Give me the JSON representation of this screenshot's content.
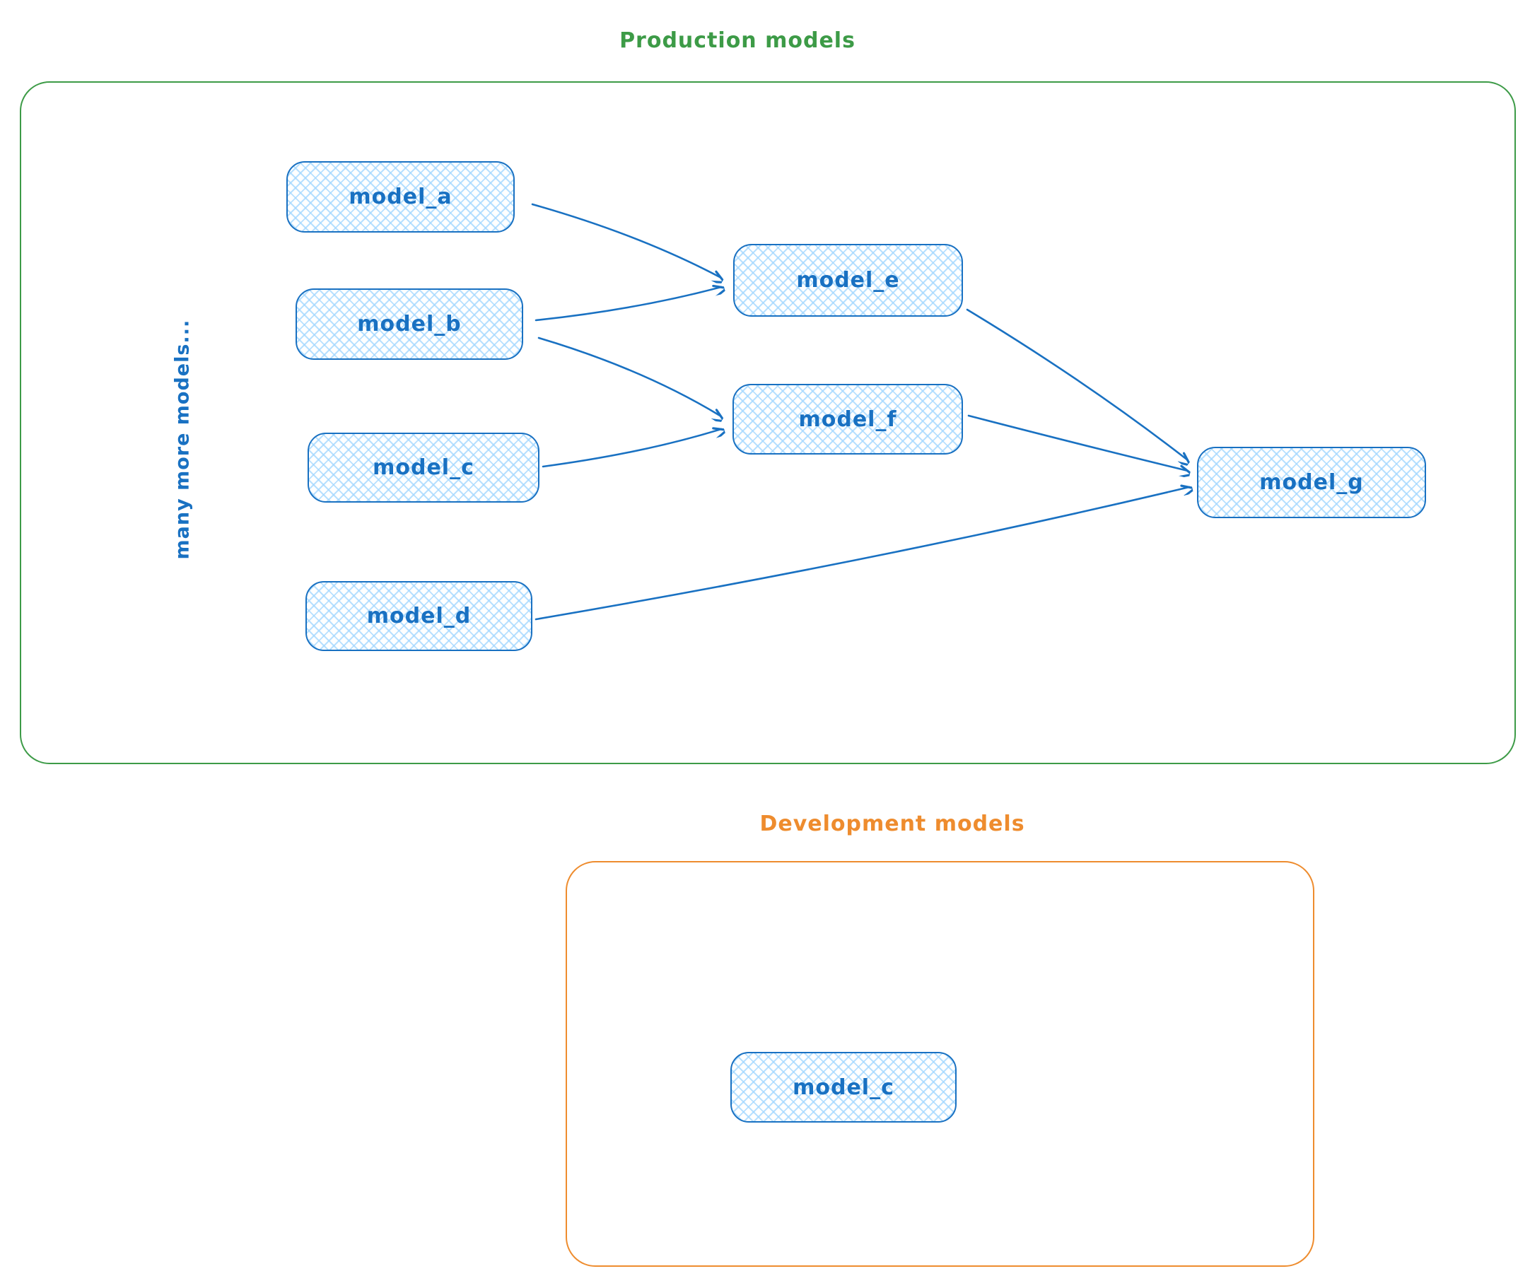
{
  "production": {
    "title": "Production models",
    "side_note": "many more models...",
    "accent_color": "#3d9b47",
    "nodes": [
      {
        "id": "model_a",
        "label": "model_a"
      },
      {
        "id": "model_b",
        "label": "model_b"
      },
      {
        "id": "model_c",
        "label": "model_c"
      },
      {
        "id": "model_d",
        "label": "model_d"
      },
      {
        "id": "model_e",
        "label": "model_e"
      },
      {
        "id": "model_f",
        "label": "model_f"
      },
      {
        "id": "model_g",
        "label": "model_g"
      }
    ],
    "edges": [
      {
        "from": "model_a",
        "to": "model_e"
      },
      {
        "from": "model_b",
        "to": "model_e"
      },
      {
        "from": "model_b",
        "to": "model_f"
      },
      {
        "from": "model_c",
        "to": "model_f"
      },
      {
        "from": "model_e",
        "to": "model_g"
      },
      {
        "from": "model_f",
        "to": "model_g"
      },
      {
        "from": "model_d",
        "to": "model_g"
      }
    ]
  },
  "development": {
    "title": "Development models",
    "accent_color": "#ee8c2e",
    "nodes": [
      {
        "id": "model_c_dev",
        "label": "model_c"
      }
    ]
  },
  "node_style": {
    "border_color": "#1971c2",
    "text_color": "#1971c2",
    "fill_hatch_color": "#a5d8ff"
  }
}
